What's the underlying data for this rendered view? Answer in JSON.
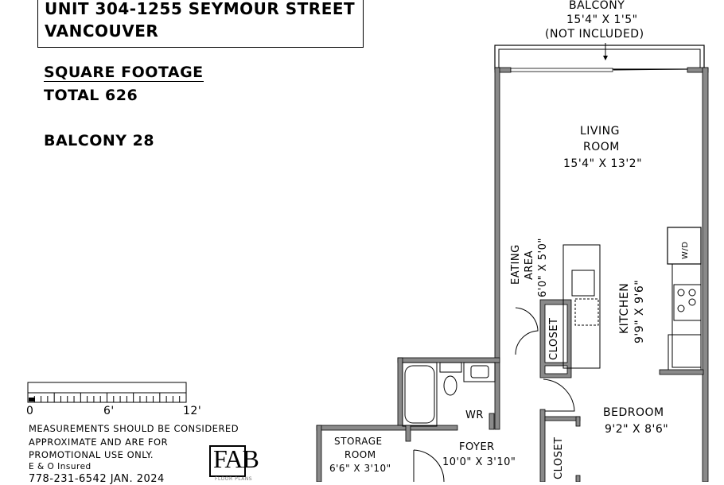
{
  "title": {
    "line1": "UNIT 304-1255 SEYMOUR STREET",
    "line2": "VANCOUVER"
  },
  "square_footage": {
    "heading": "SQUARE FOOTAGE",
    "total": "TOTAL 626",
    "balcony": "BALCONY 28"
  },
  "balcony": {
    "label": "BALCONY",
    "dims": "15'4\" X 1'5\"",
    "note": "(NOT INCLUDED)"
  },
  "rooms": {
    "living": {
      "name1": "LIVING",
      "name2": "ROOM",
      "dims": "15'4\" X 13'2\""
    },
    "eating": {
      "name1": "EATING",
      "name2": "AREA",
      "dims": "6'0\" X 5'0\""
    },
    "kitchen": {
      "name": "KITCHEN",
      "dims": "9'9\" X 9'6\""
    },
    "closet1": "CLOSET",
    "closet2": "CLOSET",
    "washer_dryer": "W/D",
    "wr": "WR",
    "bedroom": {
      "name": "BEDROOM",
      "dims": "9'2\" X 8'6\""
    },
    "storage": {
      "name1": "STORAGE",
      "name2": "ROOM",
      "dims": "6'6\" X 3'10\""
    },
    "foyer": {
      "name": "FOYER",
      "dims": "10'0\" X 3'10\""
    }
  },
  "scale": {
    "tick0": "0",
    "tick6": "6'",
    "tick12": "12'"
  },
  "disclaimer": {
    "line1": "MEASUREMENTS SHOULD BE CONSIDERED",
    "line2": "APPROXIMATE AND ARE FOR",
    "line3": "PROMOTIONAL USE ONLY.",
    "line4": "E & O Insured",
    "line5": "778-231-6542  JAN. 2024"
  },
  "logo": {
    "text": "FAB",
    "subtext": "FLOOR PLANS"
  },
  "colors": {
    "wall": "#8a8a8a",
    "line": "#000000",
    "background": "#ffffff"
  }
}
